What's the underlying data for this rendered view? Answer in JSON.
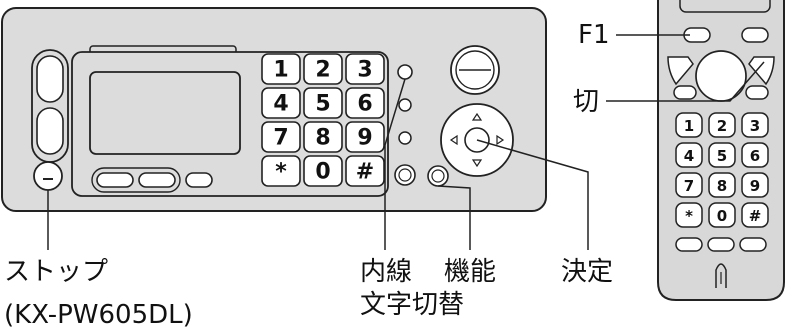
{
  "labels": {
    "stop": "ストップ",
    "model": "(KX-PW605DL)",
    "intercom": "内線",
    "char_switch": "文字切替",
    "function": "機能",
    "enter": "決定",
    "f1": "F1",
    "off": "切"
  },
  "base_keypad": [
    "1",
    "2",
    "3",
    "4",
    "5",
    "6",
    "7",
    "8",
    "9",
    "*",
    "0",
    "#"
  ],
  "handset_keypad": [
    "1",
    "2",
    "3",
    "4",
    "5",
    "6",
    "7",
    "8",
    "9",
    "*",
    "0",
    "#"
  ],
  "colors": {
    "device_body": "#dcdcdc",
    "handset_body": "#d8d8d8",
    "key_face": "#ffffff",
    "outline": "#222222"
  }
}
